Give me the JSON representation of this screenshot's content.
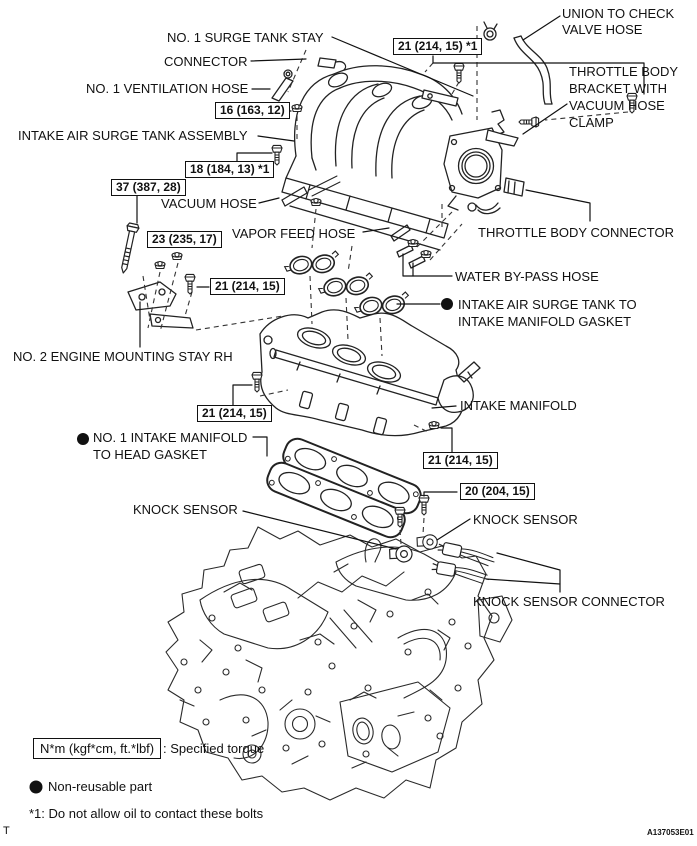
{
  "figure": {
    "code": "A137053E01",
    "corner_mark": "T"
  },
  "labels": {
    "surge_tank_stay": "NO. 1 SURGE TANK STAY",
    "connector": "CONNECTOR",
    "ventilation_hose": "NO. 1 VENTILATION HOSE",
    "surge_tank_assembly": "INTAKE AIR SURGE TANK ASSEMBLY",
    "union_check_valve": "UNION TO CHECK\nVALVE HOSE",
    "throttle_bracket": "THROTTLE BODY\nBRACKET WITH\nVACUUM HOSE\nCLAMP",
    "vacuum_hose": "VACUUM HOSE",
    "vapor_feed_hose": "VAPOR FEED HOSE",
    "throttle_body_connector": "THROTTLE BODY CONNECTOR",
    "water_bypass_hose": "WATER BY-PASS HOSE",
    "surge_to_manifold_gasket": "INTAKE AIR SURGE TANK TO\nINTAKE MANIFOLD GASKET",
    "engine_mounting_stay": "NO. 2 ENGINE MOUNTING STAY RH",
    "intake_manifold": "INTAKE MANIFOLD",
    "manifold_head_gasket": "NO. 1 INTAKE MANIFOLD\nTO HEAD GASKET",
    "knock_sensor_left": "KNOCK SENSOR",
    "knock_sensor_right": "KNOCK SENSOR",
    "knock_sensor_connector": "KNOCK SENSOR CONNECTOR"
  },
  "torques": {
    "t21_top": "21 (214, 15) *1",
    "t16": "16 (163, 12)",
    "t18": "18 (184, 13) *1",
    "t37": "37 (387, 28)",
    "t23": "23 (235, 17)",
    "t21_mid": "21 (214, 15)",
    "t21_left": "21 (214, 15)",
    "t21_right": "21 (214, 15)",
    "t20": "20 (204, 15)"
  },
  "legend": {
    "torque_box": "N*m (kgf*cm, ft.*lbf)",
    "torque_desc": ": Specified torque",
    "non_reusable": "Non-reusable part",
    "footnote": "*1: Do not allow oil to contact these bolts"
  }
}
